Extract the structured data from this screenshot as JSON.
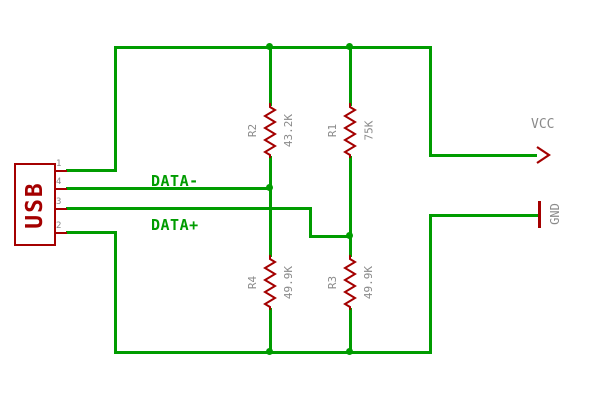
{
  "connector": {
    "label": "USB",
    "pins": [
      "1",
      "4",
      "3",
      "2"
    ]
  },
  "nets": {
    "data_minus": "DATA-",
    "data_plus": "DATA+"
  },
  "power": {
    "vcc_label": "VCC",
    "gnd_label": "GND"
  },
  "resistors": [
    {
      "name": "R2",
      "value": "43.2K"
    },
    {
      "name": "R1",
      "value": "75K"
    },
    {
      "name": "R4",
      "value": "49.9K"
    },
    {
      "name": "R3",
      "value": "49.9K"
    }
  ],
  "colors": {
    "wire_green": "#009C00",
    "component_red": "#A40000",
    "label_gray": "#8A8A8A",
    "background": "#FFFFFF"
  }
}
